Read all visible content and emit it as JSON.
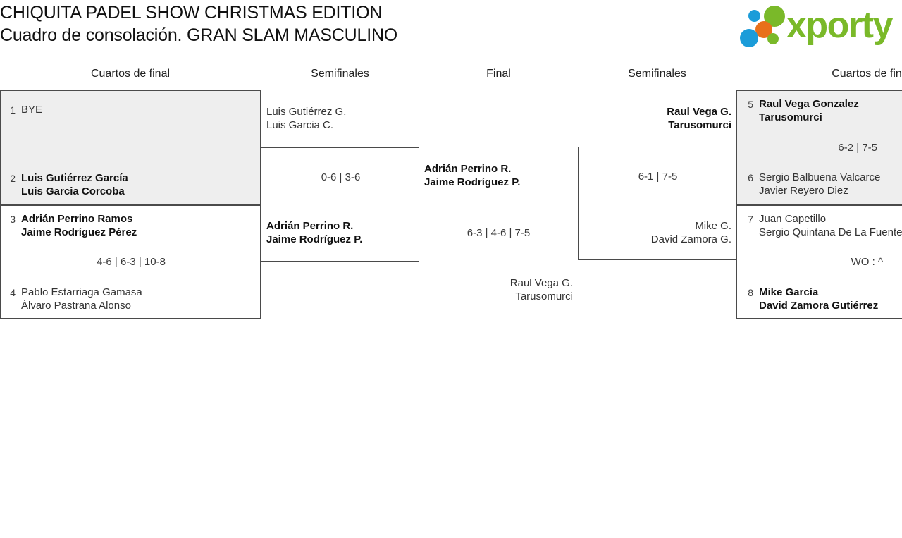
{
  "header": {
    "title_line_1": "CHIQUITA PADEL SHOW CHRISTMAS EDITION",
    "title_line_2": "Cuadro de consolación. GRAN SLAM MASCULINO",
    "logo_text": "xporty",
    "logo_colors": {
      "green": "#7ab929",
      "blue": "#1b9cd9",
      "orange": "#e8701a"
    }
  },
  "rounds": {
    "qf_left": "Cuartos de final",
    "sf_left": "Semifinales",
    "final": "Final",
    "sf_right": "Semifinales",
    "qf_right": "Cuartos de fin"
  },
  "bracket": {
    "quarterfinals_left": [
      {
        "shaded": true,
        "top": {
          "seed": "1",
          "line1": "BYE",
          "line2": "",
          "winner": false
        },
        "bottom": {
          "seed": "2",
          "line1": "Luis Gutiérrez García",
          "line2": "Luis Garcia Corcoba",
          "winner": true
        },
        "score": ""
      },
      {
        "shaded": false,
        "top": {
          "seed": "3",
          "line1": "Adrián Perrino Ramos",
          "line2": "Jaime Rodríguez Pérez",
          "winner": true
        },
        "bottom": {
          "seed": "4",
          "line1": "Pablo Estarriaga Gamasa",
          "line2": "Álvaro Pastrana Alonso",
          "winner": false
        },
        "score": "4-6 | 6-3 | 10-8"
      }
    ],
    "semifinal_left": {
      "loser": {
        "line1": "Luis Gutiérrez G.",
        "line2": "Luis Garcia C."
      },
      "winner": {
        "line1": "Adrián Perrino R.",
        "line2": "Jaime Rodríguez P."
      },
      "score": "0-6 | 3-6"
    },
    "final": {
      "winner": {
        "line1": "Adrián Perrino R.",
        "line2": "Jaime Rodríguez P."
      },
      "loser": {
        "line1": "Raul Vega G.",
        "line2": "Tarusomurci"
      },
      "score": "6-3 | 4-6 | 7-5"
    },
    "semifinal_right": {
      "winner": {
        "line1": "Raul Vega G.",
        "line2": "Tarusomurci"
      },
      "loser": {
        "line1": "Mike G.",
        "line2": "David Zamora G."
      },
      "score": "6-1 | 7-5"
    },
    "quarterfinals_right": [
      {
        "shaded": true,
        "top": {
          "seed": "5",
          "line1": "Raul Vega Gonzalez",
          "line2": "Tarusomurci",
          "winner": true
        },
        "bottom": {
          "seed": "6",
          "line1": "Sergio Balbuena Valcarce",
          "line2": "Javier Reyero Diez",
          "winner": false
        },
        "score": "6-2 | 7-5"
      },
      {
        "shaded": false,
        "top": {
          "seed": "7",
          "line1": "Juan Capetillo",
          "line2": "Sergio Quintana De La Fuente",
          "winner": false
        },
        "bottom": {
          "seed": "8",
          "line1": "Mike García",
          "line2": "David Zamora Gutiérrez",
          "winner": true
        },
        "score": "WO : ^"
      }
    ]
  }
}
